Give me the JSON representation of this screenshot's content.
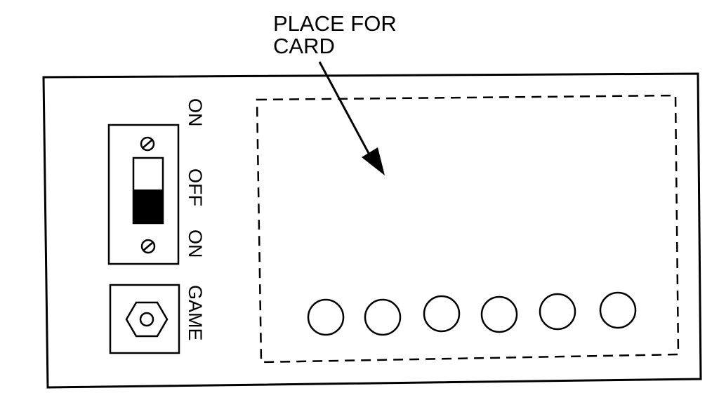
{
  "callout": {
    "line1": "PLACE FOR",
    "line2": "CARD"
  },
  "switch_labels": {
    "top": "ON",
    "middle": "OFF",
    "bottom": "ON"
  },
  "game_label": "GAME",
  "icons": {
    "screw_top": "screw-icon",
    "screw_bottom": "screw-icon",
    "toggle": "toggle-switch-icon",
    "game_button": "hex-nut-icon",
    "arrow": "arrow-icon"
  },
  "colors": {
    "ink": "#000000",
    "paper": "#ffffff"
  }
}
